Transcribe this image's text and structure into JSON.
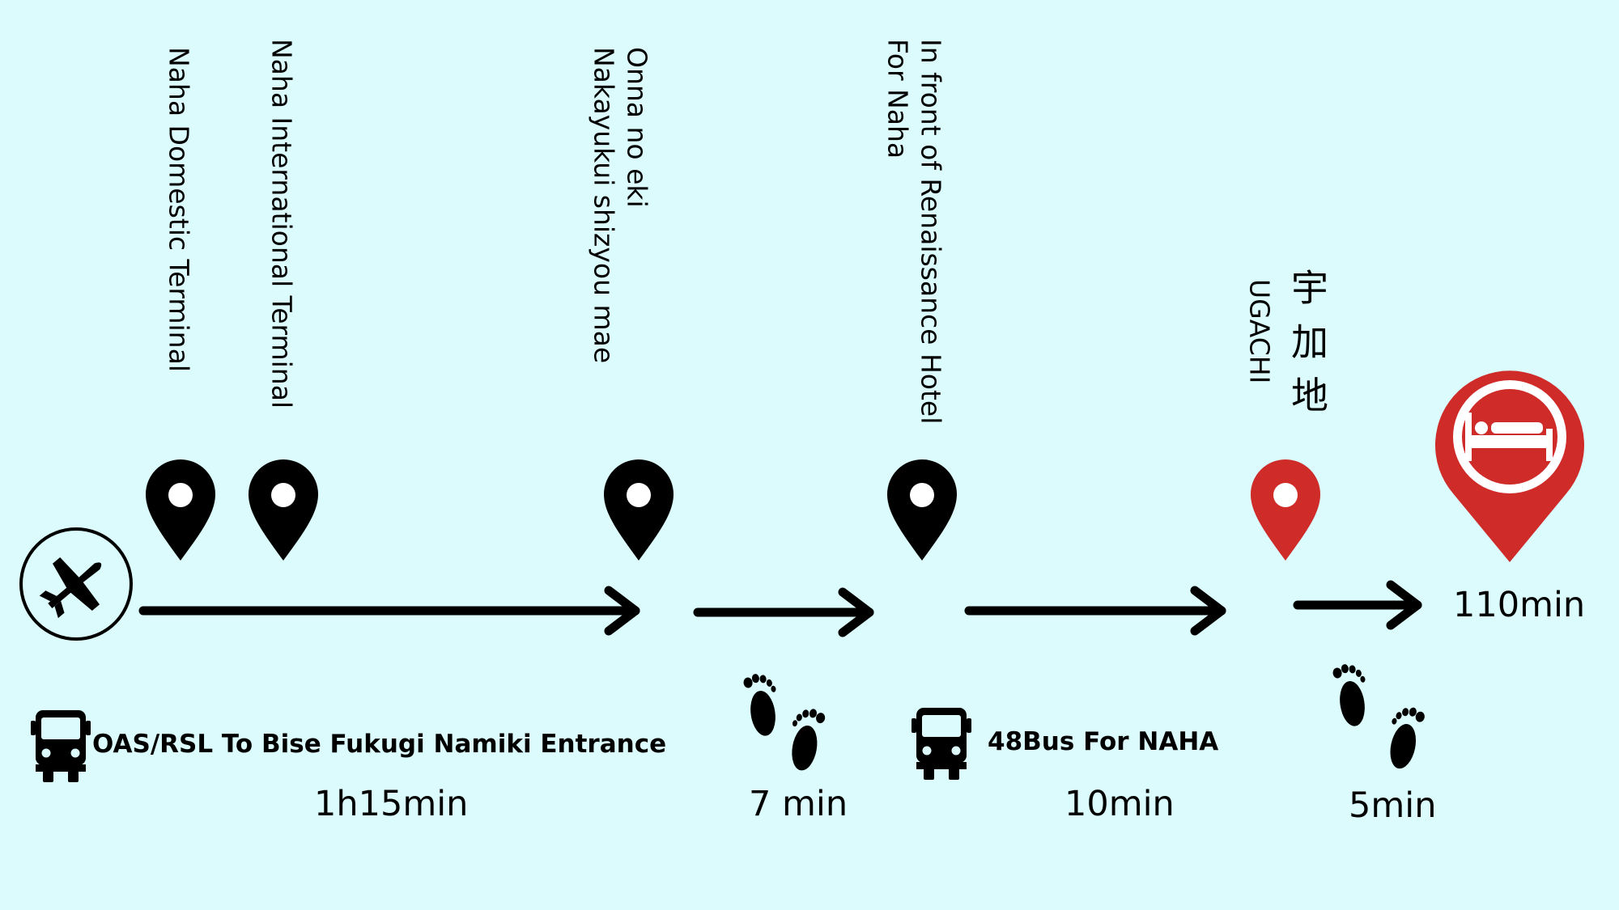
{
  "colors": {
    "background": "#DBFBFD",
    "primary": "#000000",
    "accent": "#CE2B29"
  },
  "stops": [
    {
      "id": "naha-domestic",
      "lines": [
        "Naha Domestic Terminal"
      ],
      "pin": "black"
    },
    {
      "id": "naha-international",
      "lines": [
        "Naha International Terminal"
      ],
      "pin": "black"
    },
    {
      "id": "onna-no-eki",
      "lines": [
        "Onna no eki",
        "Nakayukui shizyou mae"
      ],
      "pin": "black"
    },
    {
      "id": "renaissance",
      "lines": [
        "In front of Renaissance Hotel",
        "For Naha"
      ],
      "pin": "black"
    },
    {
      "id": "ugachi",
      "lines": [
        "宇加地",
        "UGACHI"
      ],
      "pin": "red"
    }
  ],
  "segments": [
    {
      "mode": "bus",
      "label": "OAS/RSL To Bise Fukugi Namiki Entrance",
      "duration": "1h15min"
    },
    {
      "mode": "walk",
      "label": "",
      "duration": "7 min"
    },
    {
      "mode": "bus",
      "label": "48Bus  For NAHA",
      "duration": "10min"
    },
    {
      "mode": "walk",
      "label": "",
      "duration": "5min"
    }
  ],
  "total": "110min",
  "icons": {
    "origin": "airplane-icon",
    "destination": "hotel-bed-pin-icon",
    "stop": "location-pin-icon",
    "bus": "bus-icon",
    "walk": "footprints-icon"
  }
}
